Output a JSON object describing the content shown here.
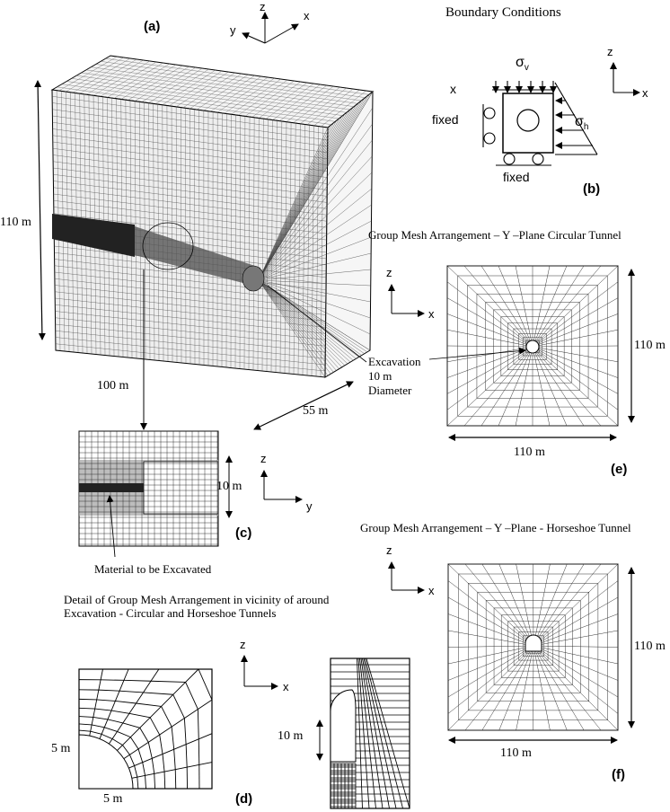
{
  "panels": {
    "a": "(a)",
    "b": "(b)",
    "c": "(c)",
    "d": "(d)",
    "e": "(e)",
    "f": "(f)"
  },
  "axes": {
    "z": "z",
    "x": "x",
    "y": "y"
  },
  "a": {
    "height": "110 m",
    "width": "100 m",
    "depth": "55 m",
    "excavation_line1": "Excavation",
    "excavation_line2": "10 m",
    "excavation_line3": "Diameter"
  },
  "b": {
    "title": "Boundary Conditions",
    "sigma_v": "σ",
    "sigma_v_sub": "v",
    "sigma_h": "σ",
    "sigma_h_sub": "h",
    "fixed_left": "fixed",
    "fixed_bottom": "fixed",
    "x_left": "x"
  },
  "c": {
    "dim": "10 m",
    "material": "Material to be Excavated"
  },
  "d": {
    "caption": "Detail of Group Mesh Arrangement  in  vicinity of around Excavation - Circular and Horseshoe Tunnels",
    "dim_v": "5 m",
    "dim_h": "5 m",
    "dim_horse": "10 m"
  },
  "e": {
    "title": "Group Mesh Arrangement – Y –Plane Circular Tunnel",
    "dim_v": "110 m",
    "dim_h": "110 m"
  },
  "f": {
    "title": "Group Mesh Arrangement – Y –Plane - Horseshoe Tunnel",
    "dim_v": "110 m",
    "dim_h": "110 m"
  },
  "colors": {
    "ink": "#000000",
    "mesh": "#333333",
    "shade": "#bdbdbd"
  }
}
